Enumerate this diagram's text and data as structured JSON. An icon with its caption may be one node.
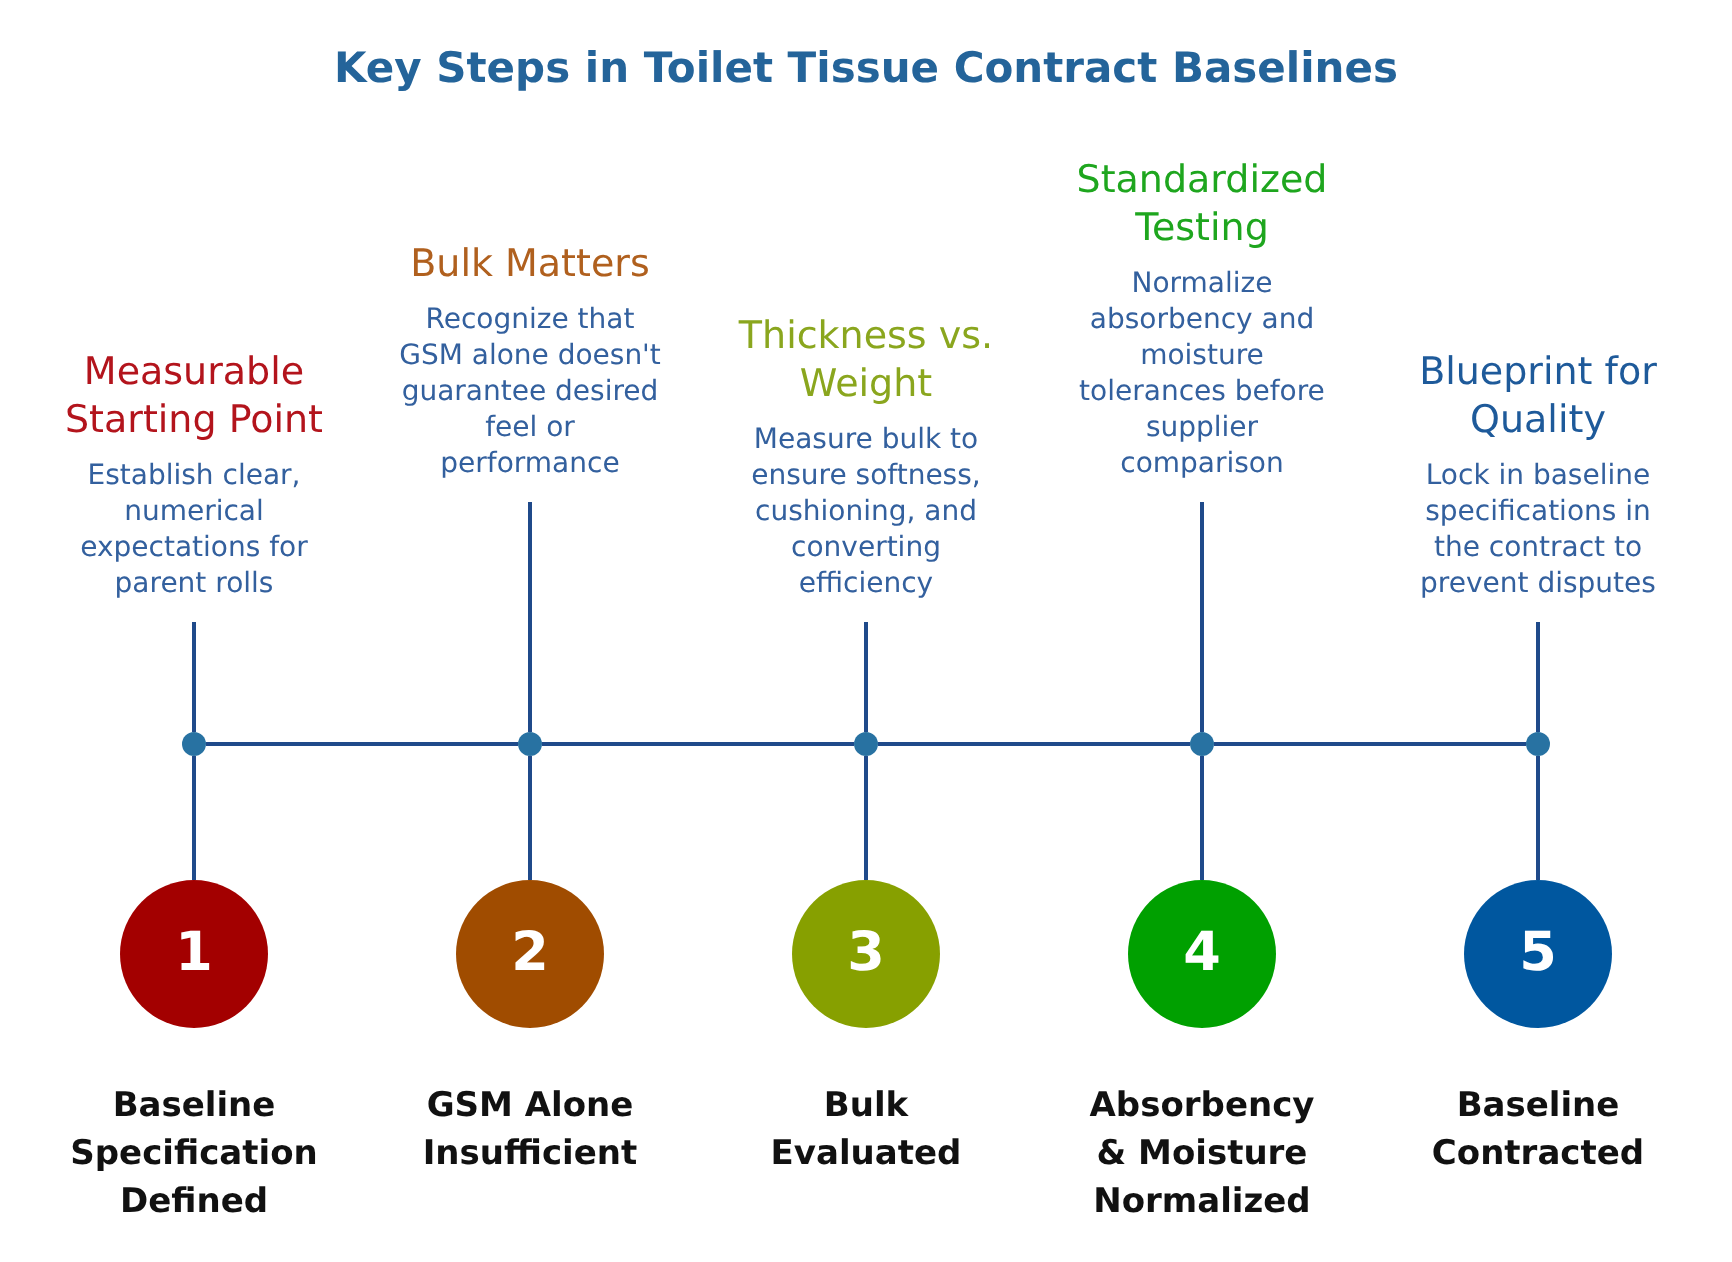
{
  "diagram": {
    "title": "Key Steps in Toilet Tissue Contract Baselines",
    "nodes": [
      {
        "text": [
          "Measurable Starting Point",
          "Establish clear, numerical expectations for parent rolls"
        ]
      },
      {
        "text": [
          "Bulk Matters",
          "Recognize that GSM alone doesn't guarantee desired feel or performance"
        ]
      },
      {
        "text": [
          "Thickness vs. Weight",
          "Measure bulk to ensure softness, cushioning, and converting efficiency"
        ]
      },
      {
        "text": [
          "Standardized Testing",
          "Normalize absorbency and moisture tolerances before supplier comparison"
        ]
      },
      {
        "text": [
          "Blueprint for Quality",
          "Lock in baseline specifications in the contract to prevent disputes"
        ]
      },
      {
        "text": [],
        "shape": "circle"
      },
      {
        "text": [],
        "shape": "circle"
      },
      {
        "text": [],
        "shape": "circle"
      },
      {
        "text": [],
        "shape": "circle"
      },
      {
        "text": [],
        "shape": "circle"
      },
      {
        "text": [
          "1"
        ],
        "beside": [
          "Baseline Specification Defined"
        ]
      },
      {
        "text": [
          "2"
        ],
        "beside": [
          "GSM Alone Insufficient"
        ]
      },
      {
        "text": [
          "3"
        ],
        "beside": [
          "Bulk Evaluated"
        ]
      },
      {
        "text": [
          "4"
        ],
        "beside": [
          "Absorbency & Moisture Normalized"
        ]
      },
      {
        "text": [
          "5"
        ],
        "beside": [
          "Baseline Contracted"
        ]
      }
    ],
    "edges": [
      {
        "from": 0,
        "to": 5,
        "arrow": "none"
      },
      {
        "from": 1,
        "to": 6,
        "arrow": "none"
      },
      {
        "from": 2,
        "to": 7,
        "arrow": "none"
      },
      {
        "from": 3,
        "to": 8,
        "arrow": "none"
      },
      {
        "from": 4,
        "to": 9,
        "arrow": "none"
      },
      {
        "from": 5,
        "to": 10,
        "arrow": "none"
      },
      {
        "from": 6,
        "to": 11,
        "arrow": "none"
      },
      {
        "from": 7,
        "to": 12,
        "arrow": "none"
      },
      {
        "from": 8,
        "to": 13,
        "arrow": "none"
      },
      {
        "from": 9,
        "to": 14,
        "arrow": "none"
      },
      {
        "from": 5,
        "to": 6,
        "arrow": "none"
      },
      {
        "from": 6,
        "to": 7,
        "arrow": "none"
      },
      {
        "from": 7,
        "to": 8,
        "arrow": "none"
      },
      {
        "from": 8,
        "to": 9,
        "arrow": "none"
      }
    ]
  }
}
